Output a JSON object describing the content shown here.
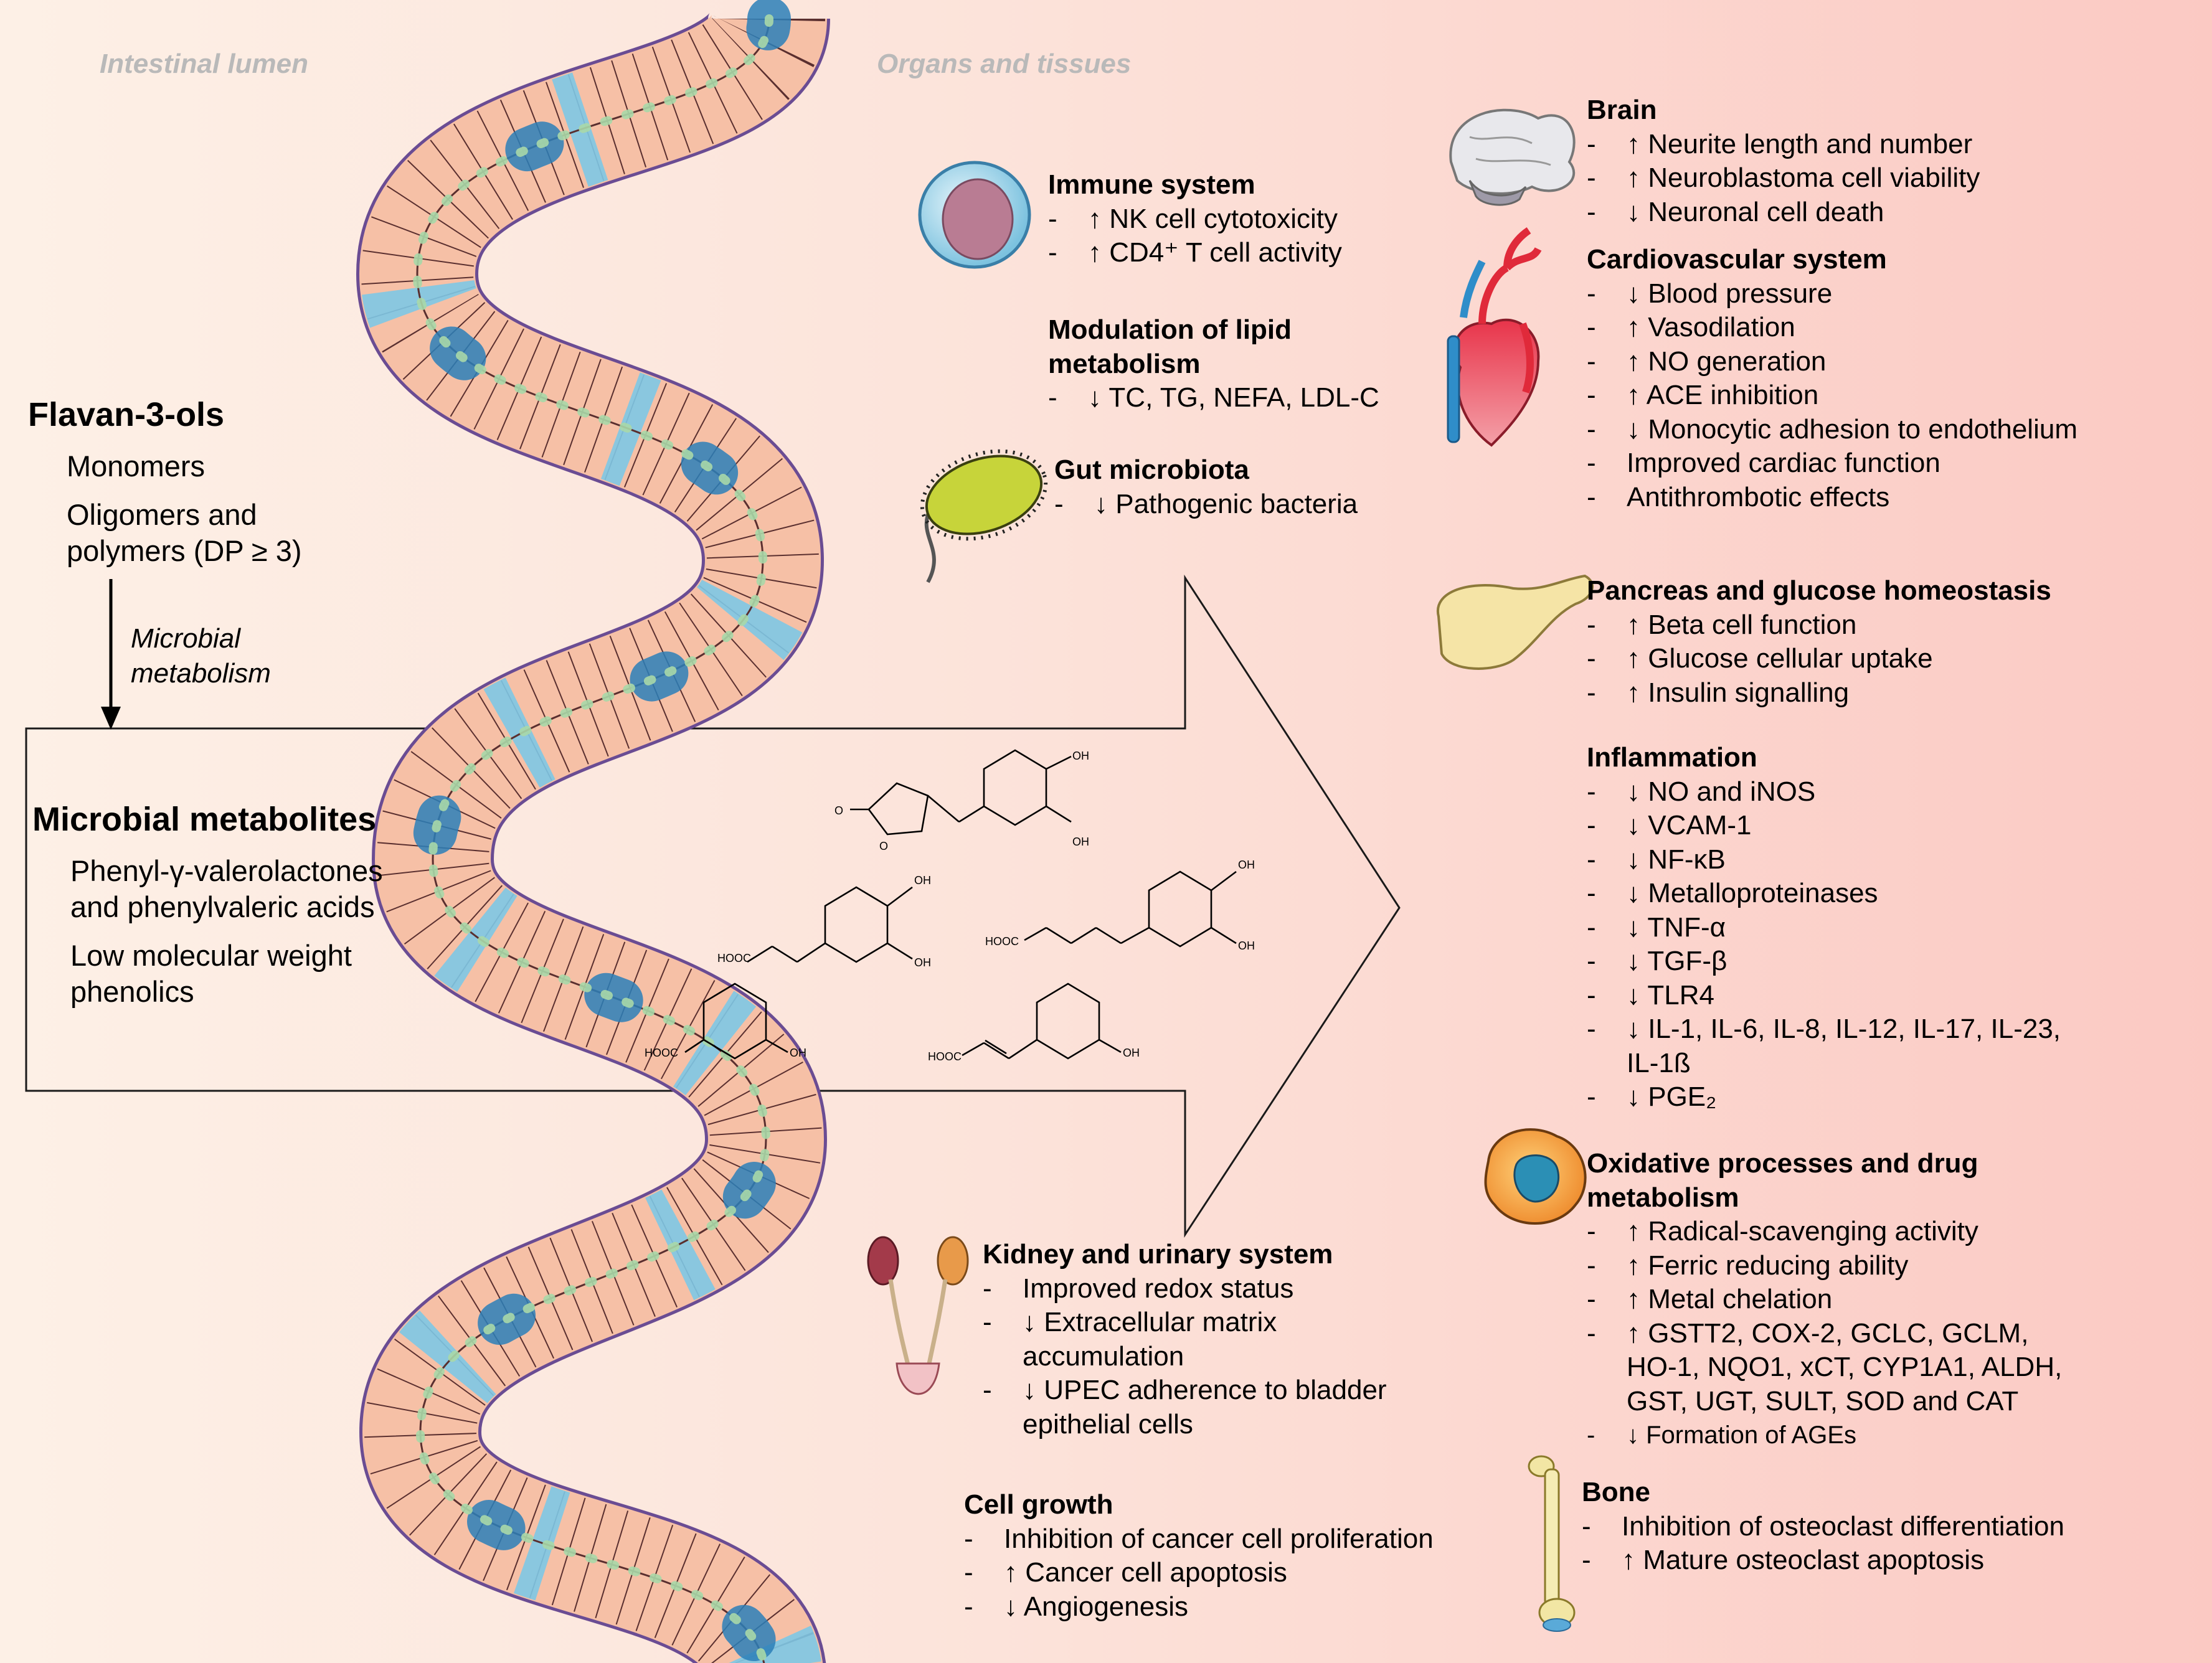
{
  "sections": {
    "lumen": "Intestinal lumen",
    "organs": "Organs and tissues"
  },
  "left": {
    "flavanols_title": "Flavan-3-ols",
    "flavanols_items": [
      "Monomers",
      "Oligomers and",
      "polymers (DP ≥ 3)"
    ],
    "microbial_metabolism": [
      "Microbial",
      "metabolism"
    ],
    "metabolites_title": "Microbial metabolites",
    "metabolites_items": [
      "Phenyl-γ-valerolactones",
      "and phenylvaleric acids",
      "Low molecular weight",
      "phenolics"
    ]
  },
  "chem_labels": {
    "oh": "OH",
    "o": "O",
    "hooc": "HOOC"
  },
  "groups": {
    "immune": {
      "title": [
        "Immune system"
      ],
      "items": [
        {
          "dash": "-",
          "text": "↑ NK cell cytotoxicity"
        },
        {
          "dash": "-",
          "text": "↑ CD4⁺ T cell activity"
        }
      ]
    },
    "lipid": {
      "title": [
        "Modulation of lipid",
        "metabolism"
      ],
      "items": [
        {
          "dash": "-",
          "text": "↓ TC, TG, NEFA, LDL-C"
        }
      ]
    },
    "gut": {
      "title": [
        "Gut microbiota"
      ],
      "items": [
        {
          "dash": "-",
          "text": "↓ Pathogenic bacteria"
        }
      ]
    },
    "kidney": {
      "title": [
        "Kidney and urinary system"
      ],
      "items": [
        {
          "dash": "-",
          "text": "Improved redox status"
        },
        {
          "dash": "-",
          "text": "↓ Extracellular matrix"
        },
        {
          "dash": "",
          "text": "accumulation"
        },
        {
          "dash": "-",
          "text": "↓ UPEC adherence to bladder"
        },
        {
          "dash": "",
          "text": "epithelial cells"
        }
      ]
    },
    "cell": {
      "title": [
        "Cell growth"
      ],
      "items": [
        {
          "dash": "-",
          "text": "Inhibition of cancer cell proliferation"
        },
        {
          "dash": "-",
          "text": "↑ Cancer cell apoptosis"
        },
        {
          "dash": "-",
          "text": "↓ Angiogenesis"
        }
      ]
    },
    "brain": {
      "title": [
        "Brain"
      ],
      "items": [
        {
          "dash": "-",
          "text": "↑ Neurite length and number"
        },
        {
          "dash": "-",
          "text": "↑ Neuroblastoma cell viability"
        },
        {
          "dash": "-",
          "text": "↓ Neuronal cell death"
        }
      ]
    },
    "cardio": {
      "title": [
        "Cardiovascular system"
      ],
      "items": [
        {
          "dash": "-",
          "text": "↓ Blood pressure"
        },
        {
          "dash": "-",
          "text": "↑ Vasodilation"
        },
        {
          "dash": "-",
          "text": "↑ NO generation"
        },
        {
          "dash": "-",
          "text": "↑ ACE inhibition"
        },
        {
          "dash": "-",
          "text": "↓ Monocytic adhesion to endothelium"
        },
        {
          "dash": "-",
          "text": "Improved cardiac function"
        },
        {
          "dash": "-",
          "text": "Antithrombotic effects"
        }
      ]
    },
    "pancreas": {
      "title": [
        "Pancreas and glucose homeostasis"
      ],
      "items": [
        {
          "dash": "-",
          "text": "↑ Beta cell function"
        },
        {
          "dash": "-",
          "text": "↑ Glucose cellular uptake"
        },
        {
          "dash": "-",
          "text": "↑ Insulin signalling"
        }
      ]
    },
    "inflammation": {
      "title": [
        "Inflammation"
      ],
      "items": [
        {
          "dash": "-",
          "text": "↓ NO and iNOS"
        },
        {
          "dash": "-",
          "text": "↓ VCAM-1"
        },
        {
          "dash": "-",
          "text": "↓ NF-κB"
        },
        {
          "dash": "-",
          "text": "↓ Metalloproteinases"
        },
        {
          "dash": "-",
          "text": "↓ TNF-α"
        },
        {
          "dash": "-",
          "text": "↓ TGF-β"
        },
        {
          "dash": "-",
          "text": "↓ TLR4"
        },
        {
          "dash": "-",
          "text": "↓ IL-1, IL-6, IL-8, IL-12, IL-17, IL-23,"
        },
        {
          "dash": "",
          "text": "IL-1ß"
        },
        {
          "dash": "-",
          "text": "↓ PGE₂"
        }
      ]
    },
    "oxidative": {
      "title": [
        "Oxidative processes and drug",
        "metabolism"
      ],
      "items": [
        {
          "dash": "-",
          "text": "↑ Radical-scavenging activity"
        },
        {
          "dash": "-",
          "text": "↑ Ferric reducing ability"
        },
        {
          "dash": "-",
          "text": "↑ Metal chelation"
        },
        {
          "dash": "-",
          "text": "↑ GSTT2, COX-2, GCLC, GCLM,"
        },
        {
          "dash": "",
          "text": "HO-1, NQO1, xCT, CYP1A1, ALDH,"
        },
        {
          "dash": "",
          "text": "GST, UGT, SULT, SOD and CAT"
        },
        {
          "dash": "-",
          "text": "↓ Formation of AGEs",
          "small": true
        }
      ]
    },
    "bone": {
      "title": [
        "Bone"
      ],
      "items": [
        {
          "dash": "-",
          "text": "Inhibition of osteoclast differentiation"
        },
        {
          "dash": "-",
          "text": "↑ Mature osteoclast apoptosis"
        }
      ]
    }
  }
}
